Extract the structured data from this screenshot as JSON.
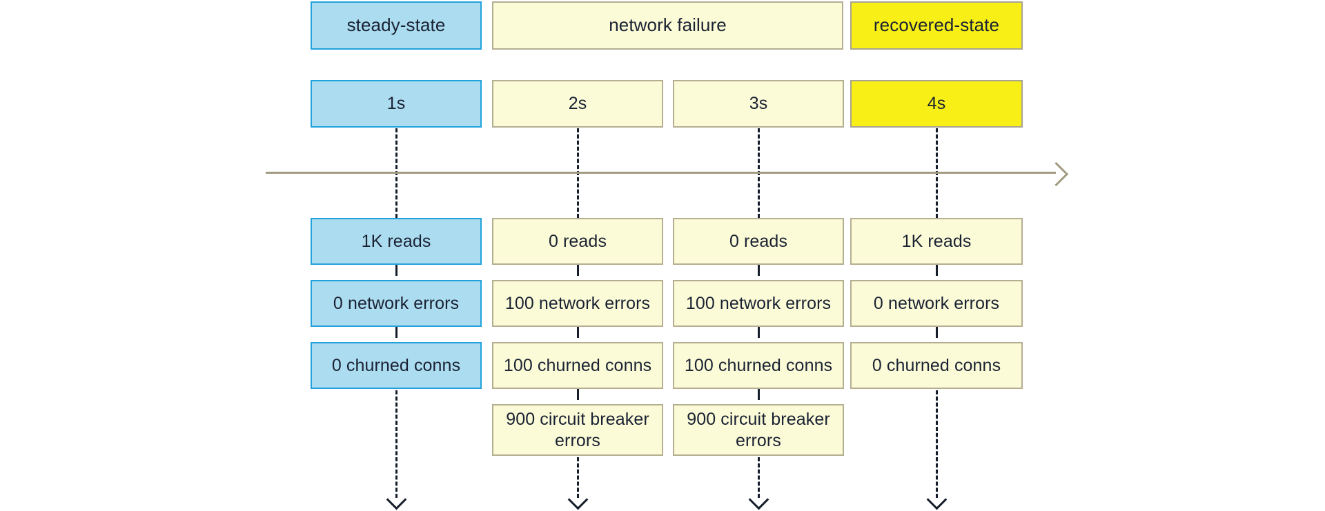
{
  "diagram": {
    "title": "steady-state / network failure / recovered-state timeline",
    "colors": {
      "blue_fill": "#ACDCF0",
      "blue_border": "#22A2DC",
      "cream_fill": "#FBFBD7",
      "cream_border": "#B5AE91",
      "yellow_fill": "#F7EF15",
      "yellow_border": "#A9A392",
      "axis": "#A39C82",
      "connector": "#161d2b",
      "text": "#1a2233",
      "background": "#ffffff"
    },
    "phases": [
      {
        "label": "steady-state",
        "style": "blue",
        "spans": 1
      },
      {
        "label": "network failure",
        "style": "cream",
        "spans": 2
      },
      {
        "label": "recovered-state",
        "style": "yellow",
        "spans": 1
      }
    ],
    "timestamps": [
      {
        "label": "1s",
        "style": "blue"
      },
      {
        "label": "2s",
        "style": "cream"
      },
      {
        "label": "3s",
        "style": "cream"
      },
      {
        "label": "4s",
        "style": "yellow"
      }
    ],
    "metric_rows": [
      {
        "name": "reads",
        "cells": [
          {
            "label": "1K reads",
            "style": "blue"
          },
          {
            "label": "0 reads",
            "style": "cream"
          },
          {
            "label": "0 reads",
            "style": "cream"
          },
          {
            "label": "1K reads",
            "style": "cream"
          }
        ]
      },
      {
        "name": "network-errors",
        "cells": [
          {
            "label": "0 network errors",
            "style": "blue"
          },
          {
            "label": "100 network errors",
            "style": "cream"
          },
          {
            "label": "100 network errors",
            "style": "cream"
          },
          {
            "label": "0 network errors",
            "style": "cream"
          }
        ]
      },
      {
        "name": "churned-conns",
        "cells": [
          {
            "label": "0 churned conns",
            "style": "blue"
          },
          {
            "label": "100 churned conns",
            "style": "cream"
          },
          {
            "label": "100 churned conns",
            "style": "cream"
          },
          {
            "label": "0 churned conns",
            "style": "cream"
          }
        ]
      },
      {
        "name": "circuit-breaker-errors",
        "cells": [
          {
            "label": "",
            "style": "none"
          },
          {
            "label": "900 circuit breaker errors",
            "style": "cream"
          },
          {
            "label": "900 circuit breaker errors",
            "style": "cream"
          },
          {
            "label": "",
            "style": "none"
          }
        ]
      }
    ],
    "axis": {
      "direction": "left-to-right",
      "arrow": "arrow-right-icon"
    }
  }
}
